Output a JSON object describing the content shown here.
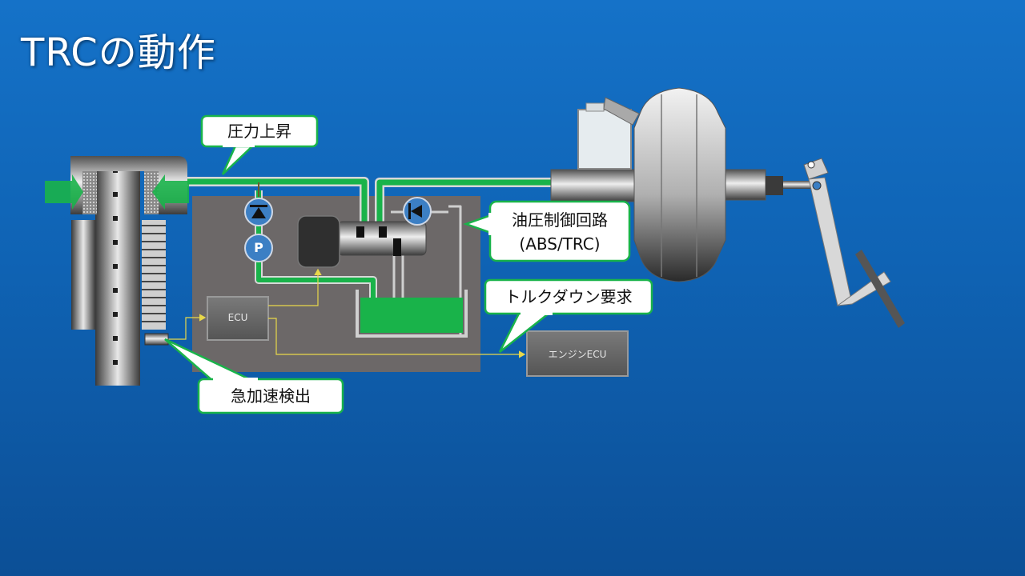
{
  "slide": {
    "title": "TRCの動作"
  },
  "labels": {
    "pressure_rise": "圧力上昇",
    "hydraulic_circuit_line1": "油圧制御回路",
    "hydraulic_circuit_line2": "(ABS/TRC)",
    "torque_down_request": "トルクダウン要求",
    "rapid_acceleration_detection": "急加速検出",
    "ecu": "ECU",
    "engine_ecu": "エンジンECU",
    "pump_letter": "P"
  },
  "colors": {
    "background_top": "#1572c8",
    "background_bottom": "#0c4f96",
    "fluid_green": "#19b34a",
    "housing_gray": "#6c6868",
    "signal_yellow": "#e8d84a",
    "valve_blue": "#3c7fc4"
  },
  "icons": {
    "check_valve_up": "check-valve-icon",
    "check_valve_left": "check-valve-icon",
    "pump": "pump-icon"
  }
}
